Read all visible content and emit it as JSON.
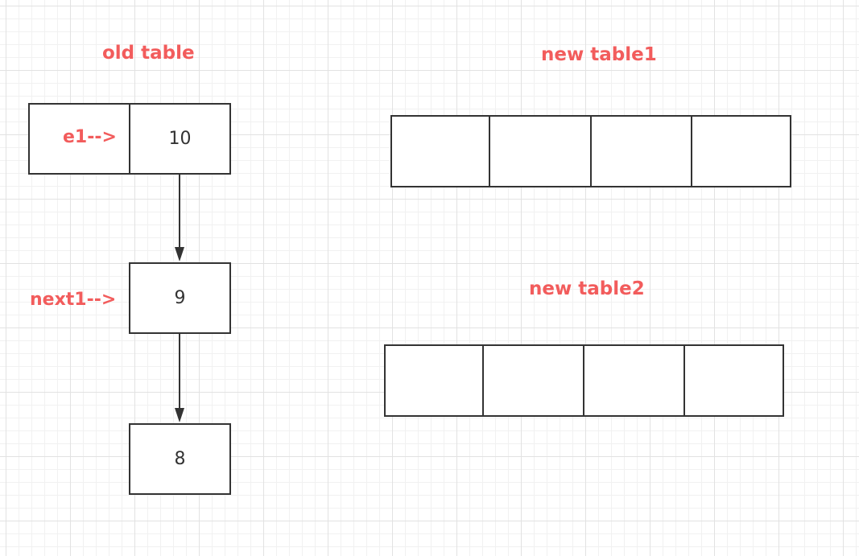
{
  "old_table": {
    "title": "old table",
    "nodes": [
      {
        "value": "10",
        "pointer_label": "e1-->"
      },
      {
        "value": "9",
        "pointer_label": "next1-->"
      },
      {
        "value": "8",
        "pointer_label": ""
      }
    ]
  },
  "new_table1": {
    "title": "new table1",
    "slot_count": 4
  },
  "new_table2": {
    "title": "new table2",
    "slot_count": 4
  },
  "colors": {
    "label_red": "#f25c5c",
    "stroke": "#333333",
    "grid": "#e2e2e2"
  }
}
